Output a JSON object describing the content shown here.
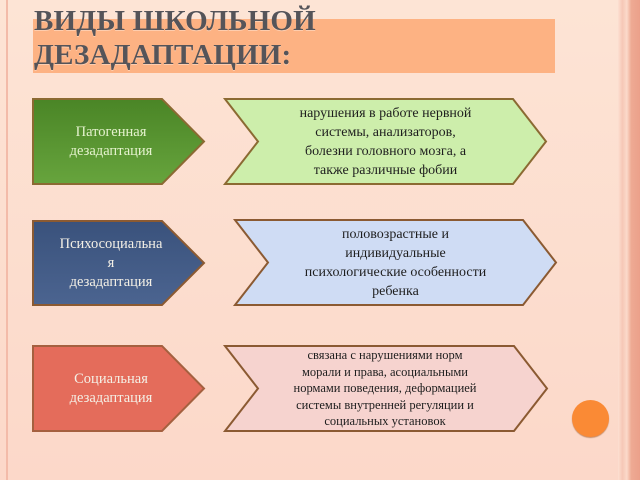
{
  "slide": {
    "title": "ВИДЫ ШКОЛЬНОЙ\nДЕЗАДАПТАЦИИ:",
    "colors": {
      "background": "#fcdccd",
      "title_band": "#fdb283",
      "title_text": "#555459",
      "accent_dot": "#fa8a35",
      "shape_border": "#8b5a32"
    }
  },
  "rows": [
    {
      "type_label": "Патогенная\nдезадаптация",
      "type_color": "#4f8a2a",
      "description": "нарушения в работе нервной\nсистемы, анализаторов,\nболезни головного мозга, а\nтакже  различные фобии",
      "description_color": "#cdeeab"
    },
    {
      "type_label": "Психосоциальна\nя\nдезадаптация",
      "type_color": "#3f5880",
      "description": "половозрастные и\nиндивидуальные\nпсихологические особенности\nребенка",
      "description_color": "#cfdcf4"
    },
    {
      "type_label": "Социальная\nдезадаптация",
      "type_color": "#e46c5b",
      "description": "связана с нарушениями норм\nморали и права, асоциальными\nнормами поведения, деформацией\nсистемы внутренней регуляции и\nсоциальных установок",
      "description_color": "#f6d3cf"
    }
  ]
}
